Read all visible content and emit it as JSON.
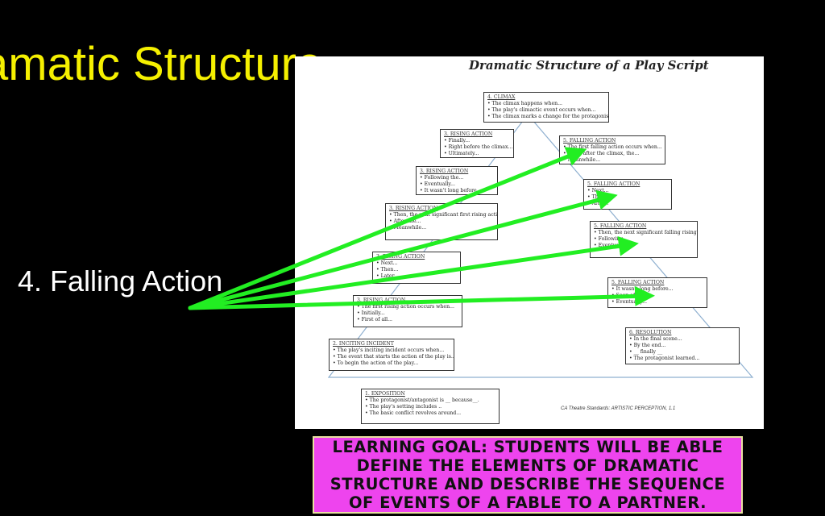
{
  "slide": {
    "title": "amatic Structure",
    "side_label": "4. Falling Action"
  },
  "worksheet": {
    "title": "Dramatic Structure of a Play Script",
    "standards": "CA Theatre Standards: ARTISTIC PERCEPTION, 1.1",
    "boxes": [
      {
        "heading": "4. CLIMAX",
        "lines": [
          "The climax happens when...",
          "The play's climactic event occurs when...",
          "The climax marks a change for the protagonist when..."
        ]
      },
      {
        "heading": "3. RISING ACTION",
        "lines": [
          "Finally...",
          "Right before the climax...",
          "Ultimately..."
        ]
      },
      {
        "heading": "3. RISING ACTION",
        "lines": [
          "Following the...",
          "Eventually...",
          "It wasn't long before..."
        ]
      },
      {
        "heading": "3. RISING ACTION",
        "lines": [
          "Then, the next significant first rising action occurs when...",
          "After the...",
          "Meanwhile..."
        ]
      },
      {
        "heading": "3. RISING ACTION",
        "lines": [
          "Next...",
          "Then...",
          "Later..."
        ]
      },
      {
        "heading": "3. RISING ACTION",
        "lines": [
          "The first rising action occurs when...",
          "Initially...",
          "First of all..."
        ]
      },
      {
        "heading": "2. INCITING INCIDENT",
        "lines": [
          "The play's inciting incident occurs when...",
          "The event that starts the action of the play is...",
          "To begin the action of the play..."
        ]
      },
      {
        "heading": "1. EXPOSITION",
        "lines": [
          "The protagonist/antagonist is __ because__.",
          "The play's setting includes ..",
          "The basic conflict revolves around..."
        ]
      },
      {
        "heading": "5. FALLING ACTION",
        "lines": [
          "The first falling action occurs when...",
          "Right after the climax, the...",
          "Meanwhile..."
        ]
      },
      {
        "heading": "5. FALLING ACTION",
        "lines": [
          "Next...",
          "Then...",
          "After..."
        ]
      },
      {
        "heading": "5. FALLING ACTION",
        "lines": [
          "Then, the next significant falling rising action occurs when...",
          "Following...",
          "Eventually..."
        ]
      },
      {
        "heading": "5. FALLING ACTION",
        "lines": [
          "It wasn't long before...",
          "Soon after...",
          "Eventually..."
        ]
      },
      {
        "heading": "6. RESOLUTION",
        "lines": [
          "In the final scene...",
          "By the end...",
          "__ finally __",
          "The protagonist learned..."
        ]
      }
    ]
  },
  "learning_goal": {
    "line1": "LEARNING GOAL:  STUDENTS WILL BE ABLE",
    "line2": "DEFINE THE ELEMENTS OF DRAMATIC",
    "line3": "STRUCTURE AND DESCRIBE THE SEQUENCE",
    "line4": "OF EVENTS OF A FABLE TO A PARTNER."
  },
  "colors": {
    "title": "#f5f000",
    "arrow": "#22ee22",
    "goal_background": "#ee44ee",
    "triangle": "#8fb0d0"
  }
}
